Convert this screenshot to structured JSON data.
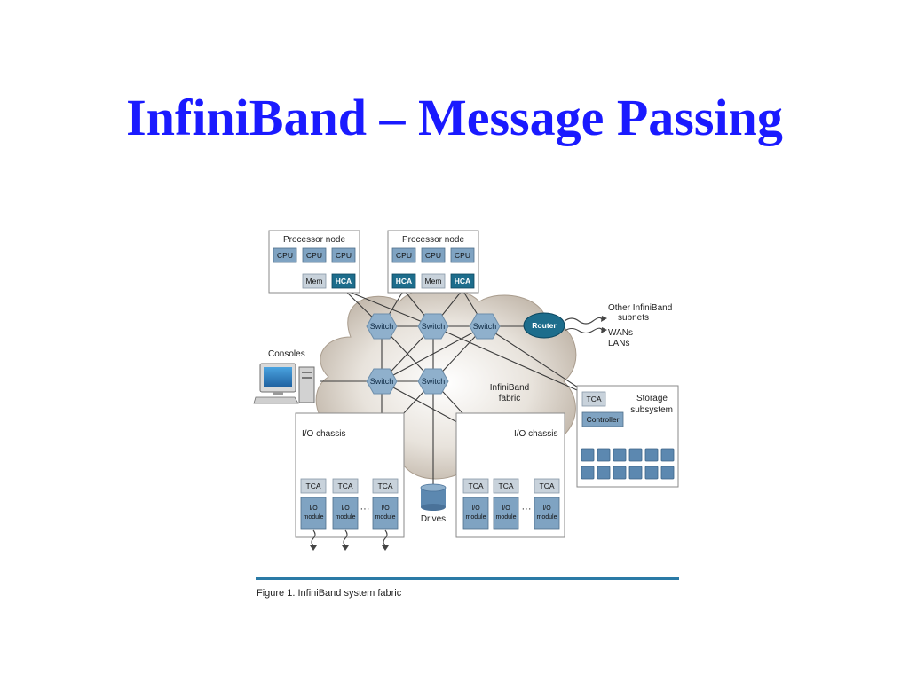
{
  "slide": {
    "title": "InfiniBand – Message Passing"
  },
  "diagram": {
    "processor_node_label": "Processor node",
    "cpu_label": "CPU",
    "mem_label": "Mem",
    "hca_label": "HCA",
    "switch_label": "Switch",
    "router_label": "Router",
    "other_subnets_line1": "Other InfiniBand",
    "other_subnets_line2": "subnets",
    "wans_label": "WANs",
    "lans_label": "LANs",
    "consoles_label": "Consoles",
    "fabric_line1": "InfiniBand",
    "fabric_line2": "fabric",
    "storage_line1": "Storage",
    "storage_line2": "subsystem",
    "tca_label": "TCA",
    "controller_label": "Controller",
    "io_chassis_label": "I/O chassis",
    "io_module_line1": "I/O",
    "io_module_line2": "module",
    "ellipsis": "···",
    "drives_label": "Drives",
    "caption": "Figure 1. InfiniBand system fabric"
  },
  "colors": {
    "title": "#1a1aff",
    "switch": "#8fb0cc",
    "router": "#1d6d8c",
    "cloud": "#cfc6ba",
    "caption_rule": "#2a7aa6"
  }
}
